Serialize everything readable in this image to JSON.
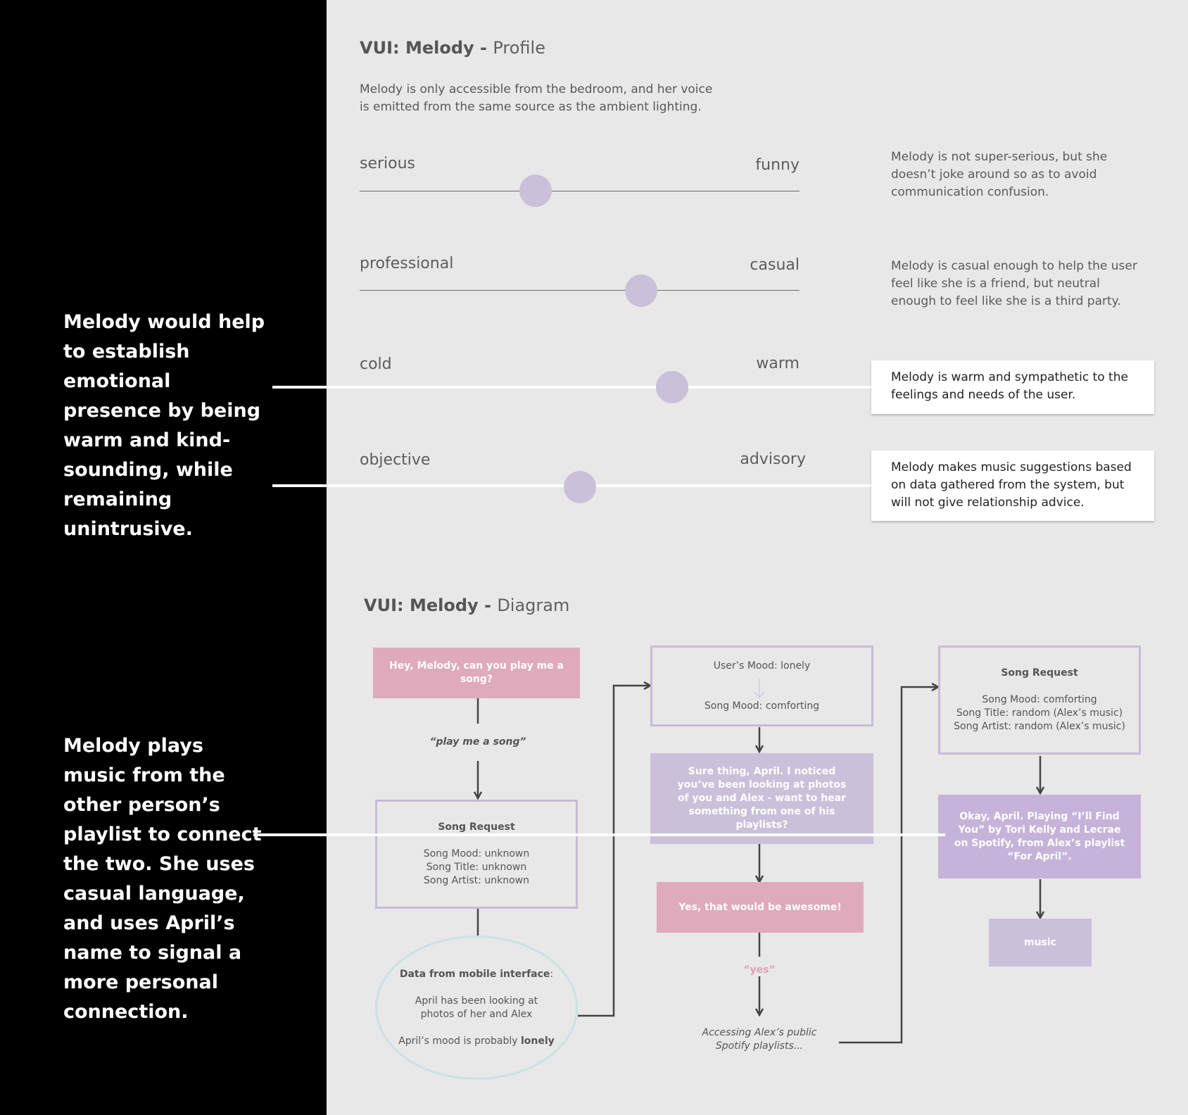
{
  "annotations": [
    {
      "text": "Melody would help to establish emotional presence by being warm and kind-sounding, while remaining unintrusive."
    },
    {
      "text": "Melody plays music from the other person’s playlist to connect the two. She uses casual language, and uses April’s name to signal a more personal connection."
    }
  ],
  "profile": {
    "title_bold": "VUI: Melody -",
    "title_light": "Profile",
    "intro": "Melody is only accessible from the bedroom, and her voice is emitted from the same source as the ambient lighting.",
    "traits": [
      {
        "left": "serious",
        "right": "funny",
        "value": 0.4,
        "desc": "Melody is not super-serious, but she doesn’t joke around so as to avoid communication confusion."
      },
      {
        "left": "professional",
        "right": "casual",
        "value": 0.64,
        "desc": "Melody is casual enough to help the user feel like she is a friend, but neutral enough to feel like she is a third party."
      },
      {
        "left": "cold",
        "right": "warm",
        "value": 0.71,
        "desc": "Melody is warm and sympathetic to the feelings and needs of the user."
      },
      {
        "left": "objective",
        "right": "advisory",
        "value": 0.5,
        "desc": "Melody makes music suggestions based on data gathered from the system, but will not give relationship advice."
      }
    ]
  },
  "diagram": {
    "title_bold": "VUI: Melody -",
    "title_light": "Diagram",
    "user_prompt": "Hey, Melody, can you play me a song?",
    "intent": "“play me a song”",
    "song_request_1": {
      "title": "Song Request",
      "mood": "Song Mood: unknown",
      "song_title": "Song Title: unknown",
      "artist": "Song Artist: unknown"
    },
    "mobile_data": {
      "title": "Data from mobile interface",
      "colon": ":",
      "line1": "April has been looking at photos of her and Alex",
      "line2_prefix": "April’s mood is probably ",
      "line2_bold": "lonely"
    },
    "mood_map": {
      "user_mood": "User’s Mood: lonely",
      "song_mood": "Song Mood: comforting"
    },
    "melody_response_1": "Sure thing, April. I noticed you’ve been looking at photos of you and Alex - want to hear something from one of his playlists?",
    "user_reply": "Yes, that would be awesome!",
    "yes_intent": "“yes”",
    "accessing": "Accessing Alex’s public Spotify playlists...",
    "song_request_2": {
      "title": "Song Request",
      "mood": "Song Mood: comforting",
      "song_title": "Song Title: random (Alex’s music)",
      "artist": "Song Artist: random (Alex’s music)"
    },
    "melody_response_2": "Okay, April. Playing “I’ll Find You” by Tori Kelly and Lecrae on Spotify, from Alex’s playlist “For April”.",
    "music": "music"
  },
  "colors": {
    "knob": "#cbc0da",
    "pink": "#dfaabb",
    "lavender": "#c6b3d9",
    "outline": "#c7bbd6"
  }
}
